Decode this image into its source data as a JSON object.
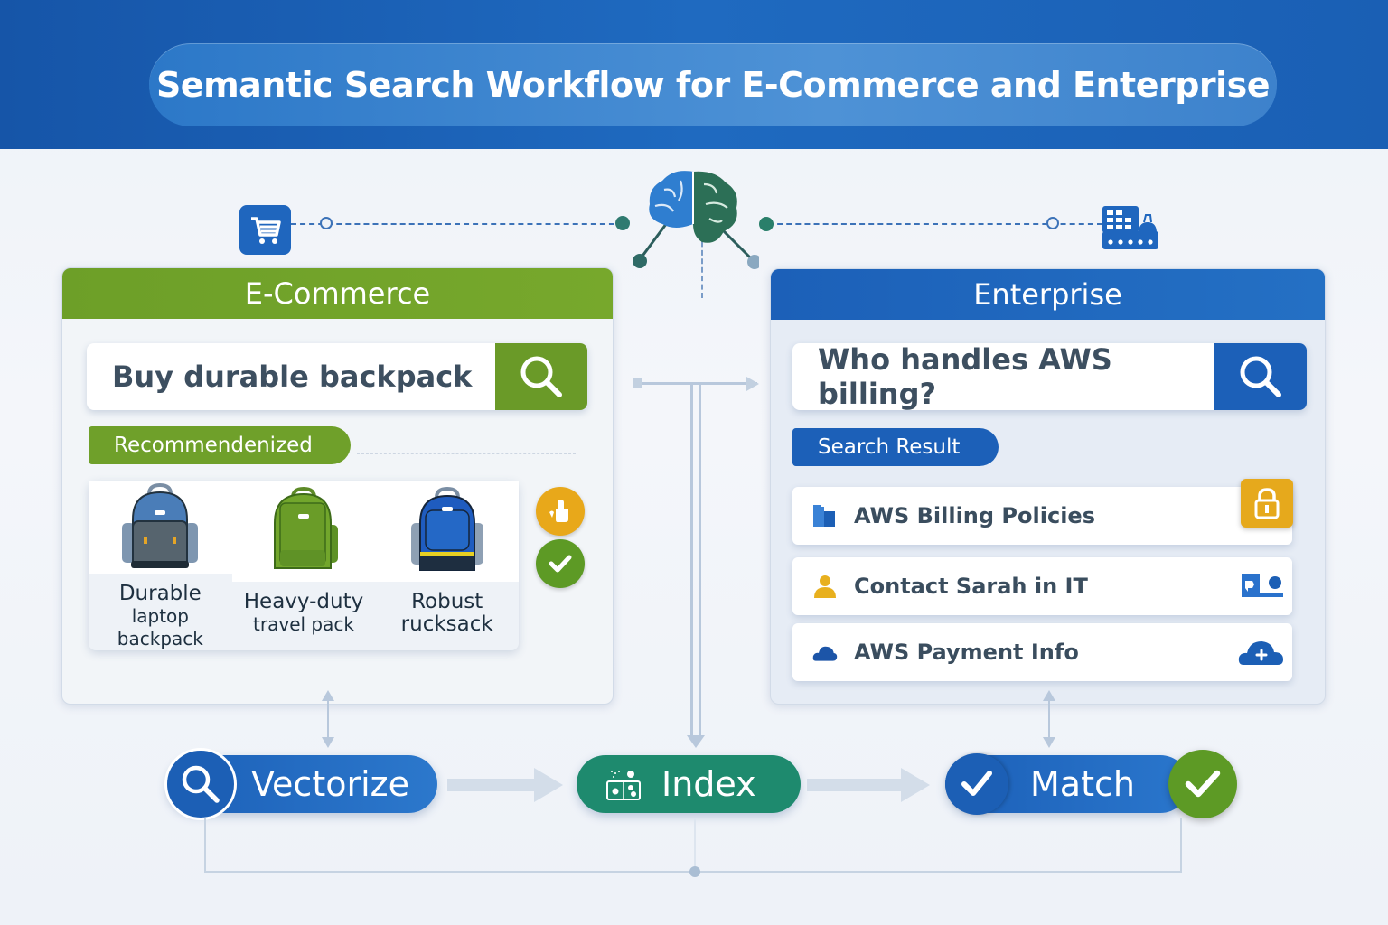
{
  "header": {
    "title": "Semantic Search Workflow for E-Commerce and Enterprise"
  },
  "top_icons": {
    "left": "shopping-cart-icon",
    "center": "brain-icon",
    "right": "building-icon"
  },
  "ecommerce": {
    "title": "E-Commerce",
    "color": "#6fa02a",
    "search": {
      "value": "Buy durable backpack",
      "button_icon": "search-icon"
    },
    "tag_label": "Recommendenized",
    "products": [
      {
        "line1": "Durable",
        "line2": "laptop backpack",
        "color": "#3f6fa8"
      },
      {
        "line1": "Heavy-duty",
        "line2": "travel pack",
        "color": "#6aa22c"
      },
      {
        "line1": "Robust",
        "line2": "rucksack",
        "color": "#1f5cbf"
      }
    ],
    "badges": [
      {
        "icon": "thumbs-up-icon",
        "color": "#e8a81a"
      },
      {
        "icon": "check-icon",
        "color": "#5d9a25"
      }
    ]
  },
  "enterprise": {
    "title": "Enterprise",
    "color": "#1f66be",
    "search": {
      "value": "Who handles AWS billing?",
      "button_icon": "search-icon"
    },
    "tag_label": "Search Result",
    "results": [
      {
        "label": "AWS Billing Policies",
        "icon": "document-icon",
        "action_icon": "lock-icon"
      },
      {
        "label": "Contact Sarah in IT",
        "icon": "person-icon",
        "action_icon": "contact-card-icon"
      },
      {
        "label": "AWS Payment Info",
        "icon": "cloud-icon",
        "action_icon": "cloud-add-icon"
      }
    ]
  },
  "workflow": {
    "steps": [
      {
        "label": "Vectorize",
        "icon": "search-icon",
        "color": "#1f66be"
      },
      {
        "label": "Index",
        "icon": "index-icon",
        "color": "#1e8a6e"
      },
      {
        "label": "Match",
        "icon": "check-icon",
        "color": "#1f66be",
        "end_badge_color": "#5d9a25"
      }
    ]
  }
}
